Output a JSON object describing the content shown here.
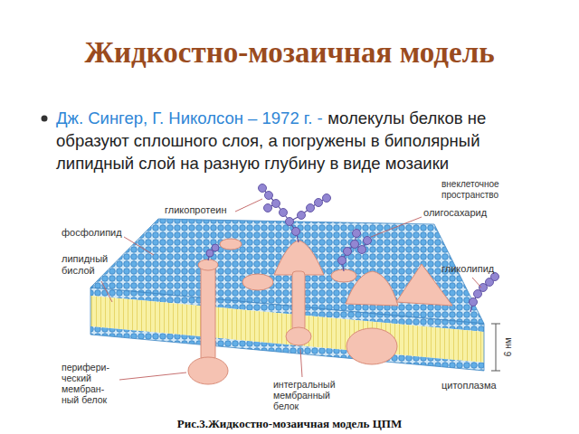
{
  "diagram": {
    "title": "Жидкостно-мозаичная модель",
    "caption": "Рис.3.Жидкостно-мозаичная модель ЦПМ",
    "labels": [
      "Дж. Сингер, Г. Николсон – 1972 г. -",
      "молекулы белков не образуют сплошного слоя, а погружены в биполярный липидный слой на разную глубину в виде мозаики",
      "внеклеточное пространство",
      "гликопротеин",
      "олигосахарид",
      "фосфолипид",
      "липидный бислой",
      "гликолипид",
      "6 нм",
      "перифери- ческий мембран- ный белок",
      "интегральный мембранный белок",
      "цитоплазма"
    ]
  }
}
